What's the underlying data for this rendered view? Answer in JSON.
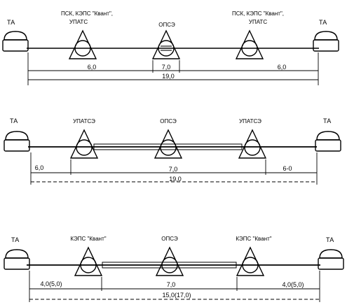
{
  "diagrams": [
    {
      "id": "top",
      "end_label_left": "ТА",
      "end_label_right": "ТА",
      "node_labels": [
        [
          "ПСК, КЭПС \"Квант\",",
          "УПАТС"
        ],
        [
          "ОПСЭ"
        ],
        [
          "ПСК, КЭПС \"Квант\",",
          "УПАТС"
        ]
      ],
      "dims": {
        "left": "6,0",
        "middle": "7,0",
        "right": "6,0",
        "total": "19,0"
      }
    },
    {
      "id": "middle",
      "end_label_left": "ТА",
      "end_label_right": "ТА",
      "node_labels": [
        [
          "УПАТСЭ"
        ],
        [
          "ОПСЭ"
        ],
        [
          "УПАТСЭ"
        ]
      ],
      "dims": {
        "left": "6,0",
        "middle": "7,0",
        "right": "6-0",
        "total": "19,0"
      }
    },
    {
      "id": "bottom",
      "end_label_left": "ТА",
      "end_label_right": "ТА",
      "node_labels": [
        [
          "КЭПС \"Квант\""
        ],
        [
          "ОПСЭ"
        ],
        [
          "КЭПС \"Квант\""
        ]
      ],
      "dims": {
        "left": "4,0(5,0)",
        "middle": "7,0",
        "right": "4,0(5,0)",
        "total": "15,0(17,0)"
      }
    }
  ]
}
